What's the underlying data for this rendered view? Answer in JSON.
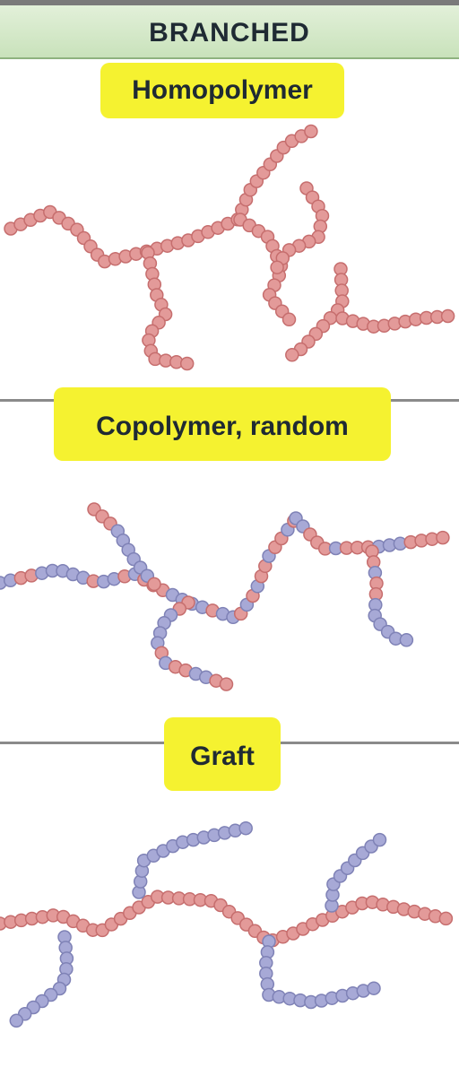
{
  "title": "BRANCHED",
  "panels": [
    {
      "label": "Homopolymer"
    },
    {
      "label": "Copolymer, random"
    },
    {
      "label": "Graft"
    }
  ],
  "colors": {
    "monomer_a": "#e39a99",
    "monomer_a_stroke": "#c66e6e",
    "monomer_b": "#a7a9d6",
    "monomer_b_stroke": "#7f82b6",
    "highlight": "#f5f230",
    "header_bg": "#d5e8c9"
  }
}
